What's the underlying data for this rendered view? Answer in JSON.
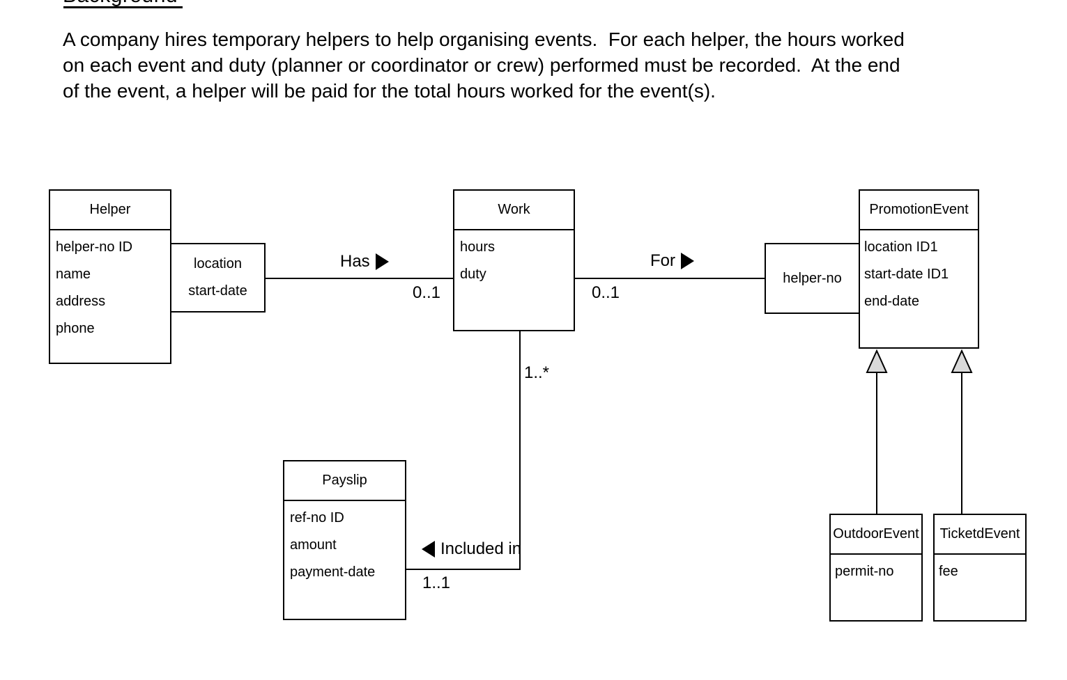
{
  "document": {
    "heading": "Background",
    "paragraph_lines": [
      "A company hires temporary helpers to help organising events.  For each helper, the hours worked",
      "on each event and duty (planner or coordinator or crew) performed must be recorded.  At the end",
      "of the event, a helper will be paid for the total hours worked for the event(s)."
    ]
  },
  "diagram": {
    "classes": {
      "helper": {
        "title": "Helper",
        "attributes": [
          "helper-no ID",
          "name",
          "address",
          "phone"
        ]
      },
      "work": {
        "title": "Work",
        "attributes": [
          "hours",
          "duty"
        ]
      },
      "promotion_event": {
        "title": "PromotionEvent",
        "attributes": [
          "location ID1",
          "start-date ID1",
          "end-date"
        ]
      },
      "payslip": {
        "title": "Payslip",
        "attributes": [
          "ref-no ID",
          "amount",
          "payment-date"
        ]
      },
      "outdoor_event": {
        "title": "OutdoorEvent",
        "attributes": [
          "permit-no"
        ]
      },
      "ticketd_event": {
        "title": "TicketdEvent",
        "attributes": [
          "fee"
        ]
      }
    },
    "association_classes": {
      "has": {
        "attributes": [
          "location",
          "start-date"
        ]
      },
      "for": {
        "attributes": [
          "helper-no"
        ]
      }
    },
    "associations": {
      "has": {
        "label": "Has",
        "read_direction": "right",
        "multiplicity_near_work": "0..1"
      },
      "for": {
        "label": "For",
        "read_direction": "right",
        "multiplicity_near_work": "0..1"
      },
      "included_in": {
        "label": "Included in",
        "read_direction": "left",
        "multiplicity_near_work": "1..*",
        "multiplicity_near_payslip": "1..1"
      }
    },
    "colors": {
      "stroke": "#000000",
      "generalization_triangle_fill": "#d9d9d9",
      "background": "#ffffff"
    }
  }
}
